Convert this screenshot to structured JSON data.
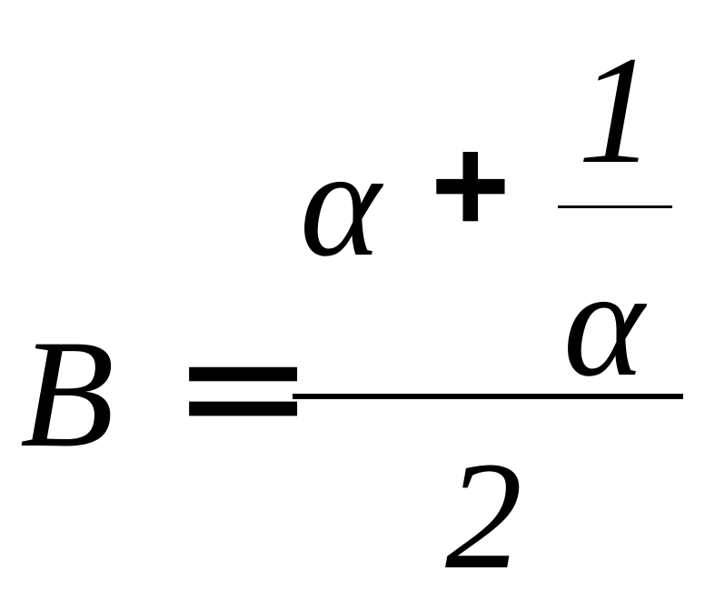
{
  "formula": {
    "lhs": "B",
    "equals": "=",
    "numerator": {
      "alpha": "α",
      "plus": "+",
      "inner_numerator": "1",
      "inner_denominator": "α"
    },
    "denominator": "2"
  }
}
